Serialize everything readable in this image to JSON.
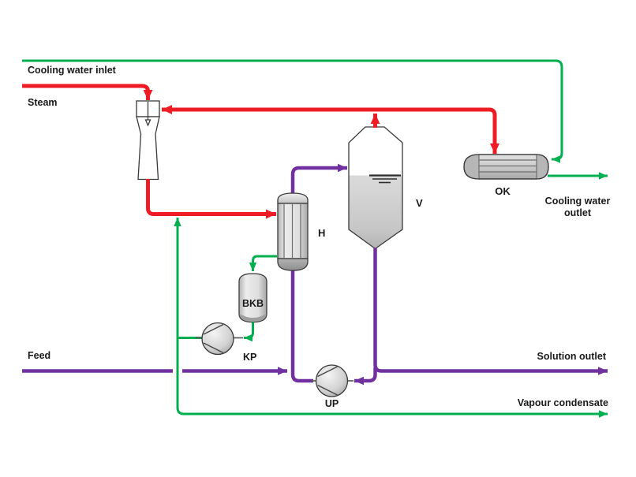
{
  "stream_labels": {
    "cooling_water_inlet": "Cooling water inlet",
    "steam": "Steam",
    "feed": "Feed",
    "solution_outlet": "Solution outlet",
    "vapour_condensate": "Vapour condensate",
    "cooling_water_outlet_line1": "Cooling water",
    "cooling_water_outlet_line2": "outlet"
  },
  "equipment_tags": {
    "heater": "H",
    "separator": "V",
    "condenser": "OK",
    "condensate_vessel": "BKB",
    "condensate_pump": "KP",
    "circulation_pump": "UP"
  },
  "colors": {
    "steam_vapour": "#ee1c25",
    "cooling_water_condensate": "#00b050",
    "product_solution": "#7030a0",
    "outline": "#3a3a3a",
    "text": "#1a1a1a"
  }
}
